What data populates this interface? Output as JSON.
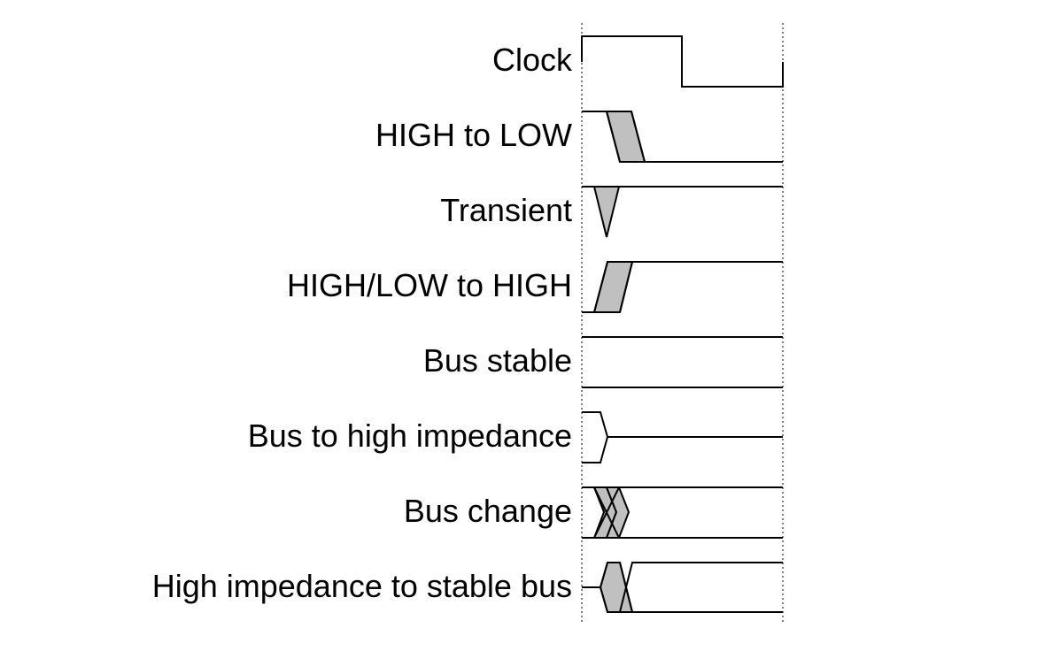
{
  "colors": {
    "line": "#000000",
    "transition_fill": "#c0c0c0",
    "guide": "#555555",
    "background": "#ffffff"
  },
  "signals": [
    {
      "label": "Clock",
      "kind": "clock"
    },
    {
      "label": "HIGH to LOW",
      "kind": "high-to-low"
    },
    {
      "label": "Transient",
      "kind": "transient"
    },
    {
      "label": "HIGH/LOW to HIGH",
      "kind": "highlow-to-high"
    },
    {
      "label": "Bus stable",
      "kind": "bus-stable"
    },
    {
      "label": "Bus to high impedance",
      "kind": "bus-to-high-impedance"
    },
    {
      "label": "Bus change",
      "kind": "bus-change"
    },
    {
      "label": "High impedance to stable bus",
      "kind": "high-impedance-to-stable-bus"
    }
  ]
}
